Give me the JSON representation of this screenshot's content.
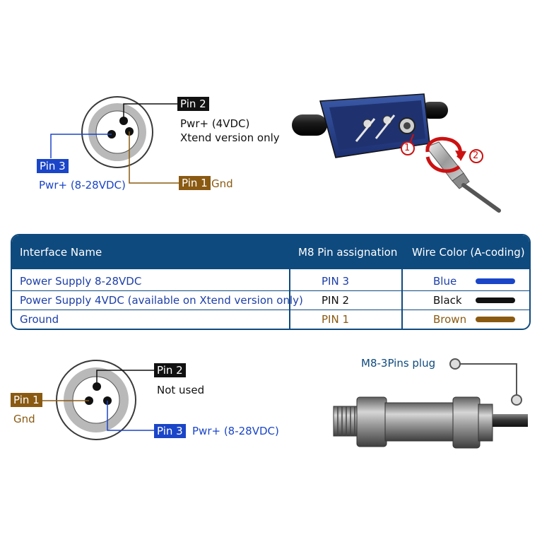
{
  "top_connector": {
    "pin2": {
      "label": "Pin 2",
      "desc1": "Pwr+ (4VDC)",
      "desc2": "Xtend version only"
    },
    "pin3": {
      "label": "Pin 3",
      "desc": "Pwr+ (8-28VDC)"
    },
    "pin1": {
      "label": "Pin 1",
      "desc": "Gnd"
    }
  },
  "device": {
    "step1": "1",
    "step2": "2"
  },
  "table": {
    "headers": [
      "Interface Name",
      "M8 Pin assignation",
      "Wire Color (A-coding)"
    ],
    "rows": [
      {
        "name": "Power Supply 8-28VDC",
        "pin": "PIN 3",
        "color_name": "Blue",
        "color": "#1a45c8",
        "text_color": "#1d3fa8"
      },
      {
        "name": "Power Supply 4VDC (available on Xtend version only)",
        "pin": "PIN 2",
        "color_name": "Black",
        "color": "#111111",
        "text_color": "#111111"
      },
      {
        "name": "Ground",
        "pin": "PIN 1",
        "color_name": "Brown",
        "color": "#8a5a12",
        "text_color": "#8a5a12"
      }
    ]
  },
  "bottom_connector": {
    "pin2": {
      "label": "Pin 2",
      "desc": "Not used"
    },
    "pin1": {
      "label": "Pin 1",
      "desc": "Gnd"
    },
    "pin3": {
      "label": "Pin 3",
      "desc": "Pwr+ (8-28VDC)"
    }
  },
  "plug": {
    "label": "M8-3Pins plug"
  },
  "colors": {
    "navy": "#0f4a7e",
    "blue": "#1a45c8",
    "brown": "#8a5a12",
    "black": "#111111"
  }
}
